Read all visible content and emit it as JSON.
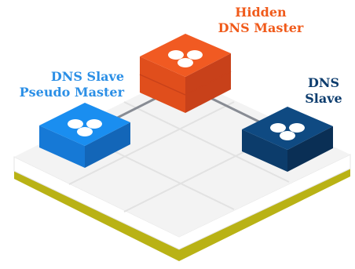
{
  "nodes": {
    "hidden_master": {
      "line1": "Hidden",
      "line2": "DNS Master",
      "color": "#f15a22",
      "dark": "#c8411a",
      "mid": "#e04e1c"
    },
    "pseudo_master": {
      "line1": "DNS Slave",
      "line2": "Pseudo Master",
      "color": "#1a8ef0",
      "dark": "#1366b8",
      "mid": "#1679d6"
    },
    "slave": {
      "line1": "DNS",
      "line2": "Slave",
      "color": "#0f4a82",
      "dark": "#0a2f55",
      "mid": "#0c3c6b"
    }
  },
  "colors": {
    "platform_top": "#f3f3f3",
    "platform_grid": "#e2e2e2",
    "platform_edge_white": "#ffffff",
    "platform_edge_green": "#b9b215",
    "connector": "#888c94"
  }
}
